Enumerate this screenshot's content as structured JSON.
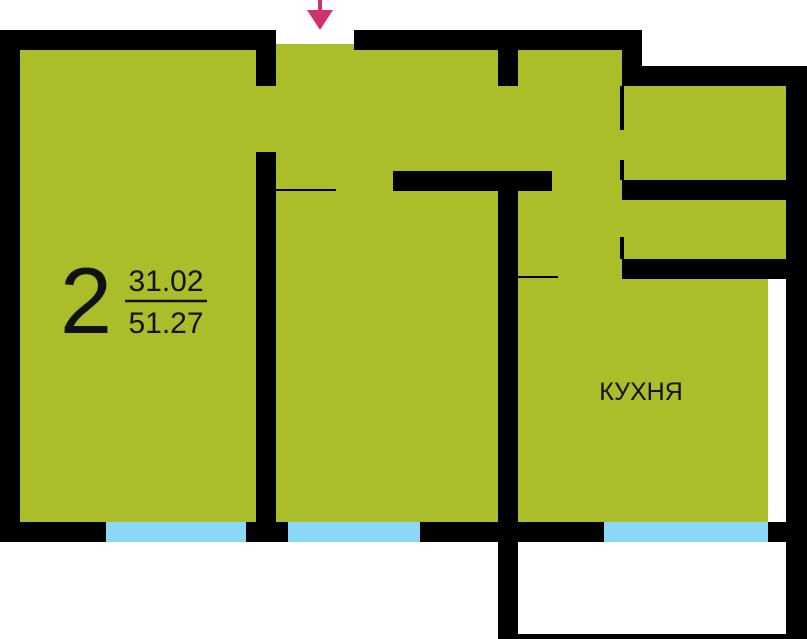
{
  "apartment": {
    "rooms_count": "2",
    "living_area": "31.02",
    "total_area": "51.27"
  },
  "rooms": {
    "kitchen_label": "КУХНЯ"
  },
  "colors": {
    "floor": "#abbd28",
    "wall": "#000000",
    "window": "#8ad7f7",
    "entrance_arrow": "#d0316f",
    "background": "#ffffff"
  },
  "icons": {
    "entrance": "entrance-arrow-icon"
  }
}
